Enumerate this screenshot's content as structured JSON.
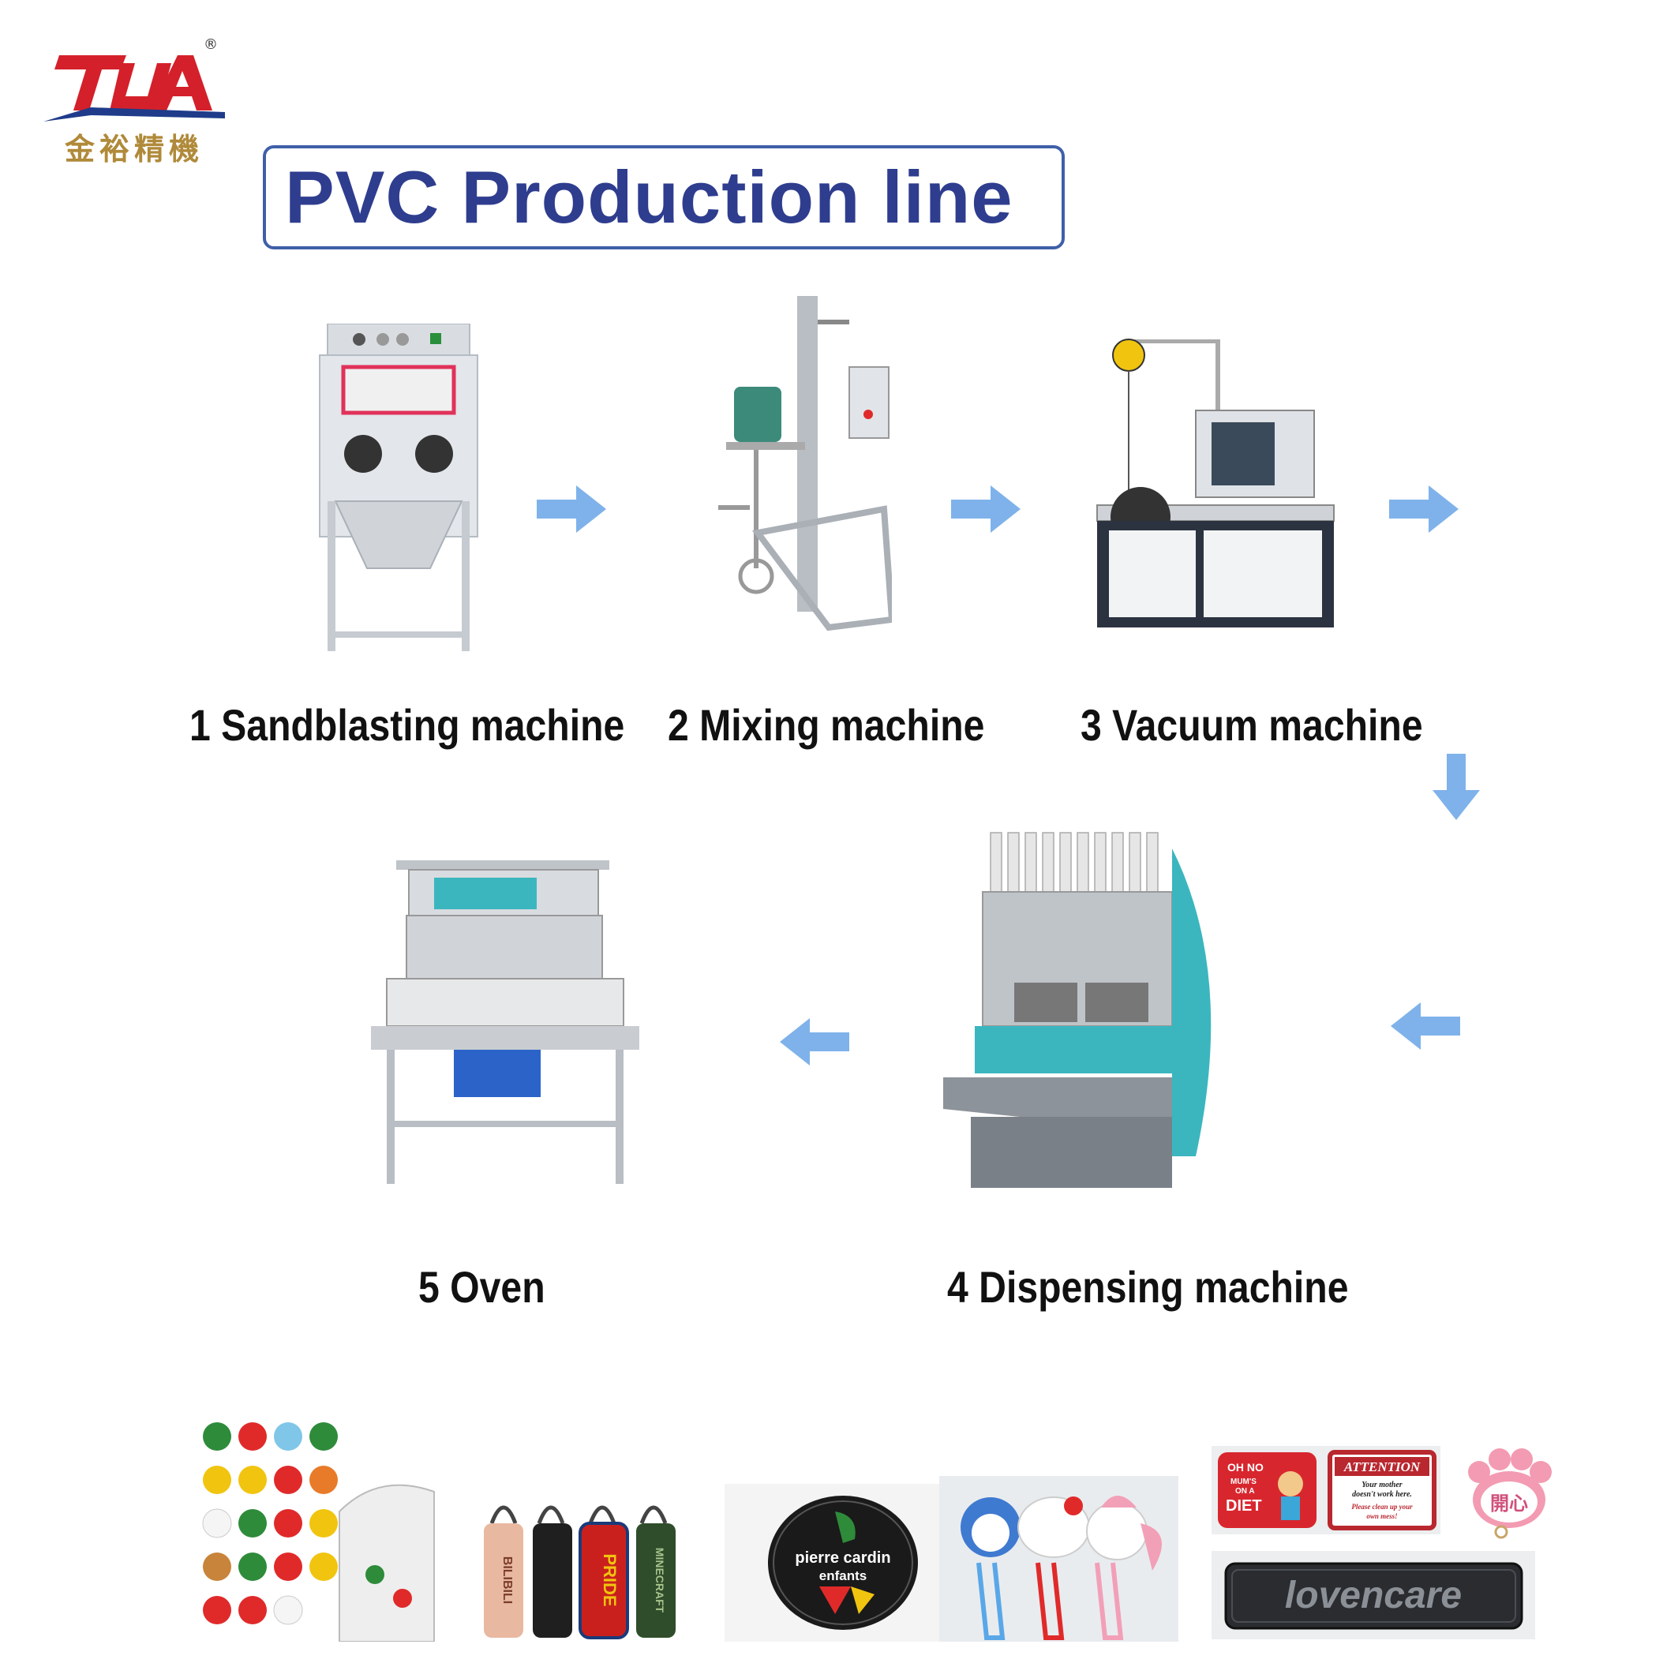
{
  "logo": {
    "name": "TUA",
    "chinese_name": "金裕精機",
    "registered_mark": "®",
    "colors": {
      "red": "#d4202a",
      "blue": "#1f3b8a",
      "gold": "#b08a3a"
    }
  },
  "title": "PVC Production line",
  "steps": [
    {
      "label": "1  Sandblasting machine",
      "icon": "sandblasting-machine-image"
    },
    {
      "label": "2 Mixing machine",
      "icon": "mixing-machine-image"
    },
    {
      "label": "3 Vacuum machine",
      "icon": "vacuum-machine-image"
    },
    {
      "label": "4 Dispensing machine",
      "icon": "dispensing-machine-image"
    },
    {
      "label": "5 Oven",
      "icon": "oven-image"
    }
  ],
  "arrows": {
    "color": "#7fb2ea",
    "directions": [
      "right",
      "right",
      "right",
      "down",
      "left",
      "left"
    ]
  },
  "products": {
    "shoe_charms": {
      "icon": "shoe-charms-image"
    },
    "zipper_pullers": {
      "texts": [
        "BILIBILI",
        "PRIDE",
        "MINECRAFT"
      ]
    },
    "coaster": {
      "line1": "pierre cardin",
      "line2": "enfants"
    },
    "bookmarks": {
      "icon": "cartoon-bookmarks-image"
    },
    "fridge_magnets": {
      "diet": [
        "OH NO",
        "MUM'S",
        "ON A",
        "DIET"
      ],
      "attention_title": "ATTENTION",
      "attention_lines": [
        "Your mother",
        "doesn't work here.",
        "Please clean up your",
        "own mess!"
      ],
      "paw_text": "開心"
    },
    "label_patch": {
      "text": "lovencare"
    }
  }
}
